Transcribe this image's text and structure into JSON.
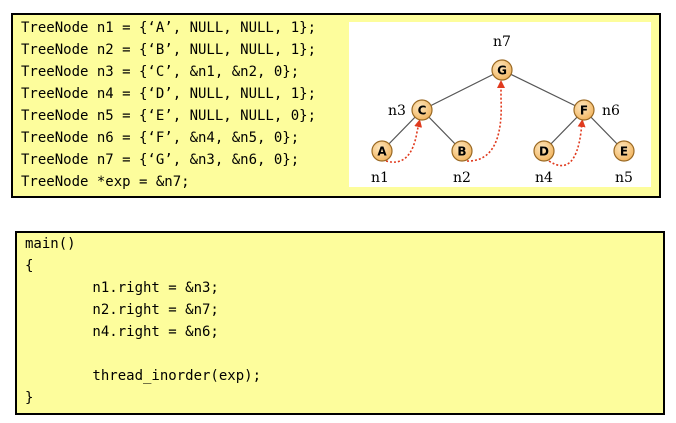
{
  "declarations": [
    "TreeNode n1 = {‘A’, NULL, NULL, 1};",
    "TreeNode n2 = {‘B’, NULL, NULL, 1};",
    "TreeNode n3 = {‘C’, &n1, &n2, 0};",
    "TreeNode n4 = {‘D’, NULL, NULL, 1};",
    "TreeNode n5 = {‘E’, NULL, NULL, 0};",
    "TreeNode n6 = {‘F’, &n4, &n5, 0};",
    "TreeNode n7 = {‘G’, &n3, &n6, 0};",
    "TreeNode *exp = &n7;"
  ],
  "main_code": [
    "main()",
    "{",
    "        n1.right = &n3;",
    "        n2.right = &n7;",
    "        n4.right = &n6;",
    "",
    "        thread_inorder(exp);",
    "}"
  ],
  "tree": {
    "nodes": [
      {
        "id": "G",
        "name": "n7"
      },
      {
        "id": "C",
        "name": "n3"
      },
      {
        "id": "F",
        "name": "n6"
      },
      {
        "id": "A",
        "name": "n1"
      },
      {
        "id": "B",
        "name": "n2"
      },
      {
        "id": "D",
        "name": "n4"
      },
      {
        "id": "E",
        "name": "n5"
      }
    ],
    "edges": [
      [
        "G",
        "C"
      ],
      [
        "G",
        "F"
      ],
      [
        "C",
        "A"
      ],
      [
        "C",
        "B"
      ],
      [
        "F",
        "D"
      ],
      [
        "F",
        "E"
      ]
    ],
    "threads": [
      [
        "A",
        "C"
      ],
      [
        "B",
        "G"
      ],
      [
        "D",
        "F"
      ]
    ],
    "colors": {
      "box_bg": "#fdfd9c",
      "node_fill": "#f7c477",
      "node_stroke": "#9a6a25",
      "thread": "#e03a1e",
      "edge": "#555555"
    }
  }
}
